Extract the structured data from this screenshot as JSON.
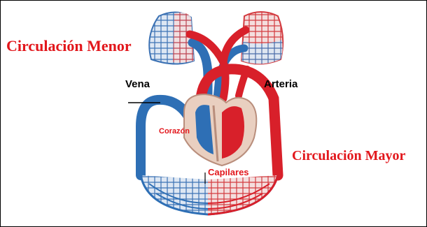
{
  "labels": {
    "minor_circulation": "Circulación Menor",
    "major_circulation": "Circulación Mayor",
    "vein": "Vena",
    "artery": "Arteria",
    "heart": "Corazón",
    "capillaries": "Capilares"
  },
  "colors": {
    "arterial_red": "#d8202a",
    "venous_blue": "#2e6fb5",
    "label_red": "#e2161b",
    "label_black": "#000000",
    "heart_tissue": "#e9cfc0",
    "capillary_mesh": "#9fb8d8"
  }
}
